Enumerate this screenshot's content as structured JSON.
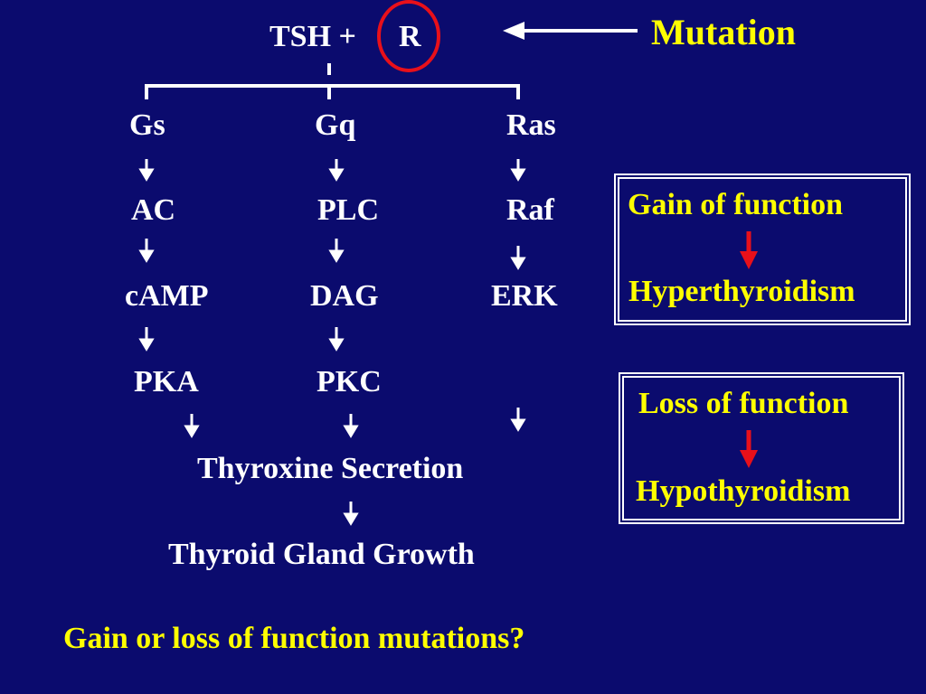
{
  "slide": {
    "top": {
      "tsh": "TSH +",
      "receptor": "R"
    },
    "mutation_label": "Mutation",
    "pathways": {
      "gs": [
        "Gs",
        "AC",
        "cAMP",
        "PKA"
      ],
      "gq": [
        "Gq",
        "PLC",
        "DAG",
        "PKC"
      ],
      "ras": [
        "Ras",
        "Raf",
        "ERK"
      ]
    },
    "secretion": "Thyroxine Secretion",
    "growth": "Thyroid Gland Growth",
    "question": "Gain or loss of function mutations?",
    "gain_box": {
      "title": "Gain of function",
      "result": "Hyperthyroidism"
    },
    "loss_box": {
      "title": "Loss of function",
      "result": "Hypothyroidism"
    }
  },
  "colors": {
    "background": "#0b0b6e",
    "text": "#ffffff",
    "highlight": "#ffff00",
    "mutation_circle": "#e8101a",
    "red_arrow": "#e8101a"
  }
}
